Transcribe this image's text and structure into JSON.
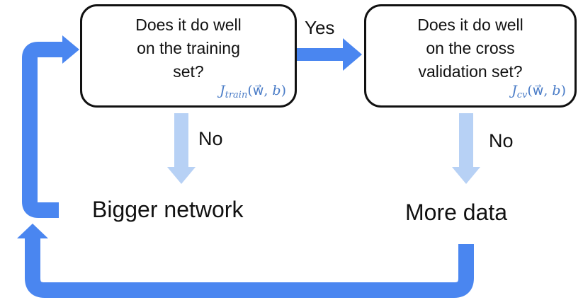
{
  "box_train": {
    "lines": [
      "Does it do well",
      "on the training",
      "set?"
    ],
    "cost_main": "J",
    "cost_subscript": "train",
    "cost_args_open": "(",
    "cost_arg_w": "w",
    "cost_arrow": "⃗",
    "cost_sep": ", ",
    "cost_arg_b": "b",
    "cost_args_close": ")"
  },
  "box_cv": {
    "lines": [
      "Does it do well",
      "on the cross",
      "validation set?"
    ],
    "cost_main": "J",
    "cost_subscript": "cv",
    "cost_args_open": "(",
    "cost_arg_w": "w",
    "cost_arrow": "⃗",
    "cost_sep": ", ",
    "cost_arg_b": "b",
    "cost_args_close": ")"
  },
  "labels": {
    "yes": "Yes",
    "no_left": "No",
    "no_right": "No",
    "bigger_network": "Bigger network",
    "more_data": "More data"
  },
  "colors": {
    "strong_arrow": "#4a86f0",
    "light_arrow": "#b7d1f5",
    "cost_text": "#4a7cc7",
    "box_border": "#111111"
  }
}
